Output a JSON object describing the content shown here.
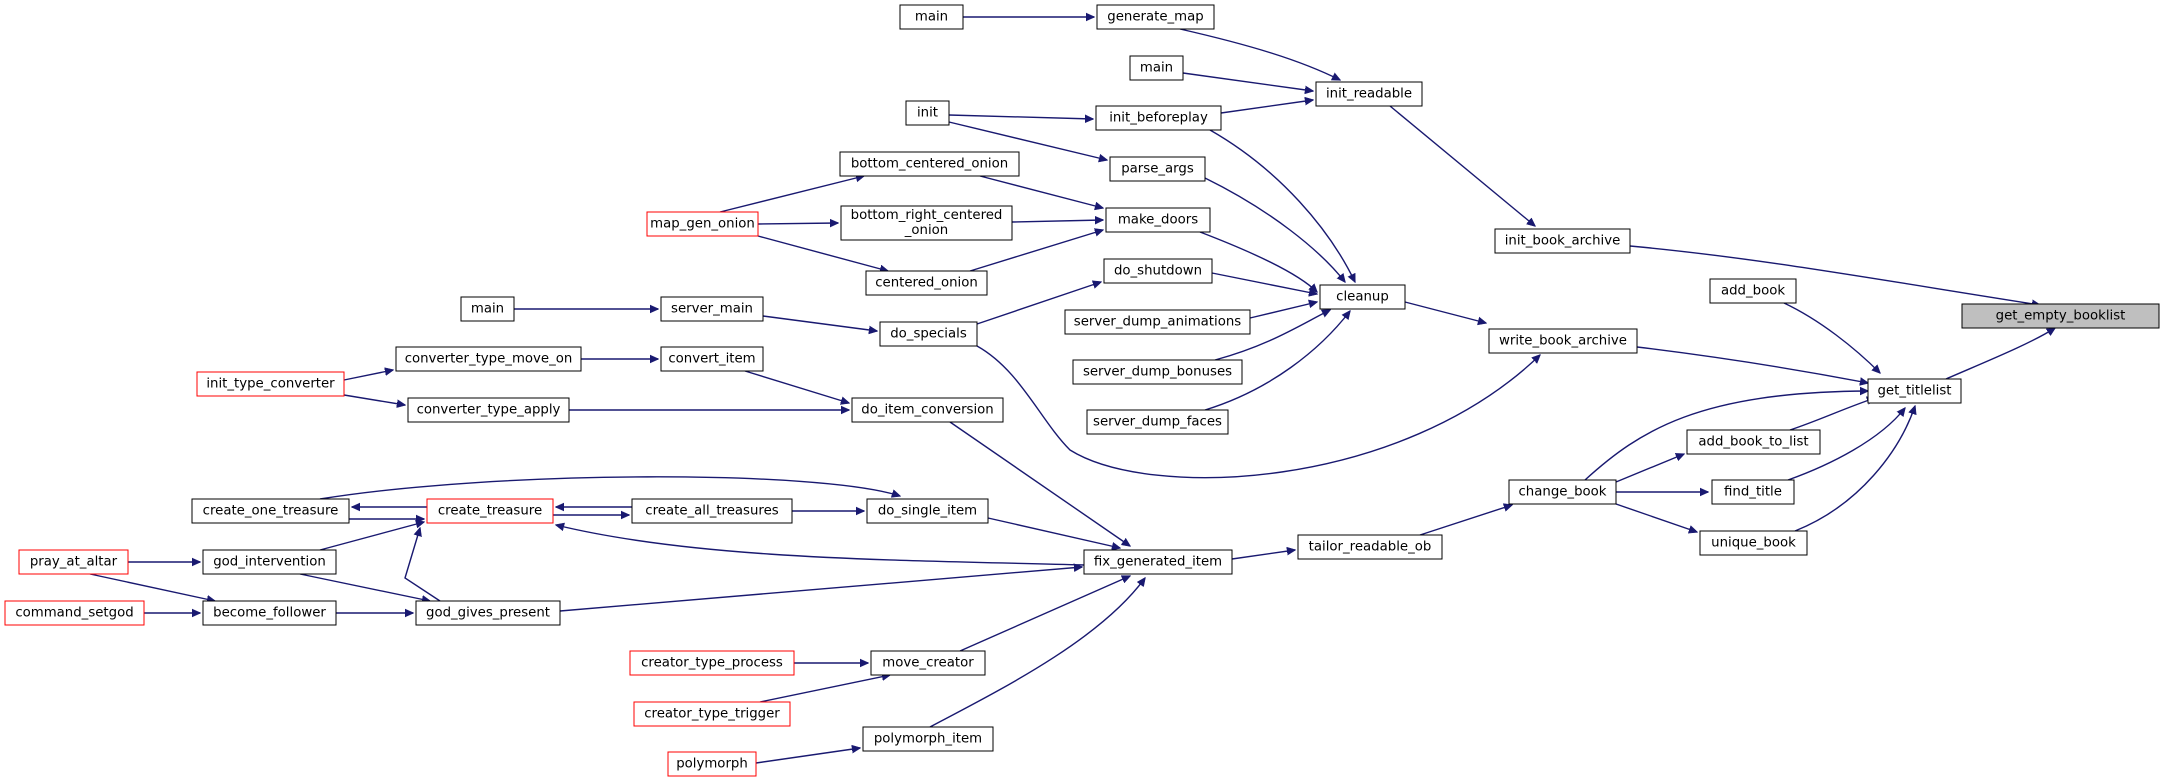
{
  "colors": {
    "edge": "#191970",
    "node_border": "#000000",
    "truncated_border": "#ff0000",
    "focus_fill": "#bfbfbf"
  },
  "nodes": [
    {
      "id": "get_empty_booklist",
      "lines": [
        "get_empty_booklist"
      ],
      "style": "focus"
    },
    {
      "id": "get_titlelist",
      "lines": [
        "get_titlelist"
      ],
      "style": "normal"
    },
    {
      "id": "init_book_archive",
      "lines": [
        "init_book_archive"
      ],
      "style": "normal"
    },
    {
      "id": "add_book",
      "lines": [
        "add_book"
      ],
      "style": "normal"
    },
    {
      "id": "write_book_archive",
      "lines": [
        "write_book_archive"
      ],
      "style": "normal"
    },
    {
      "id": "add_book_to_list",
      "lines": [
        "add_book_to_list"
      ],
      "style": "normal"
    },
    {
      "id": "find_title",
      "lines": [
        "find_title"
      ],
      "style": "normal"
    },
    {
      "id": "unique_book",
      "lines": [
        "unique_book"
      ],
      "style": "normal"
    },
    {
      "id": "change_book",
      "lines": [
        "change_book"
      ],
      "style": "normal"
    },
    {
      "id": "tailor_readable_ob",
      "lines": [
        "tailor_readable_ob"
      ],
      "style": "normal"
    },
    {
      "id": "init_readable",
      "lines": [
        "init_readable"
      ],
      "style": "normal"
    },
    {
      "id": "cleanup",
      "lines": [
        "cleanup"
      ],
      "style": "normal"
    },
    {
      "id": "generate_map",
      "lines": [
        "generate_map"
      ],
      "style": "normal"
    },
    {
      "id": "main_1",
      "lines": [
        "main"
      ],
      "style": "normal"
    },
    {
      "id": "main_2",
      "lines": [
        "main"
      ],
      "style": "normal"
    },
    {
      "id": "init_beforeplay",
      "lines": [
        "init_beforeplay"
      ],
      "style": "normal"
    },
    {
      "id": "init",
      "lines": [
        "init"
      ],
      "style": "normal"
    },
    {
      "id": "parse_args",
      "lines": [
        "parse_args"
      ],
      "style": "normal"
    },
    {
      "id": "make_doors",
      "lines": [
        "make_doors"
      ],
      "style": "normal"
    },
    {
      "id": "bottom_centered_onion",
      "lines": [
        "bottom_centered_onion"
      ],
      "style": "normal"
    },
    {
      "id": "bottom_right_centered_onion",
      "lines": [
        "bottom_right_centered",
        "_onion"
      ],
      "style": "normal"
    },
    {
      "id": "centered_onion",
      "lines": [
        "centered_onion"
      ],
      "style": "normal"
    },
    {
      "id": "map_gen_onion",
      "lines": [
        "map_gen_onion"
      ],
      "style": "truncated"
    },
    {
      "id": "do_shutdown",
      "lines": [
        "do_shutdown"
      ],
      "style": "normal"
    },
    {
      "id": "server_dump_animations",
      "lines": [
        "server_dump_animations"
      ],
      "style": "normal"
    },
    {
      "id": "server_dump_bonuses",
      "lines": [
        "server_dump_bonuses"
      ],
      "style": "normal"
    },
    {
      "id": "server_dump_faces",
      "lines": [
        "server_dump_faces"
      ],
      "style": "normal"
    },
    {
      "id": "do_specials",
      "lines": [
        "do_specials"
      ],
      "style": "normal"
    },
    {
      "id": "server_main",
      "lines": [
        "server_main"
      ],
      "style": "normal"
    },
    {
      "id": "main_3",
      "lines": [
        "main"
      ],
      "style": "normal"
    },
    {
      "id": "fix_generated_item",
      "lines": [
        "fix_generated_item"
      ],
      "style": "normal"
    },
    {
      "id": "do_item_conversion",
      "lines": [
        "do_item_conversion"
      ],
      "style": "normal"
    },
    {
      "id": "convert_item",
      "lines": [
        "convert_item"
      ],
      "style": "normal"
    },
    {
      "id": "converter_type_move_on",
      "lines": [
        "converter_type_move_on"
      ],
      "style": "normal"
    },
    {
      "id": "converter_type_apply",
      "lines": [
        "converter_type_apply"
      ],
      "style": "normal"
    },
    {
      "id": "init_type_converter",
      "lines": [
        "init_type_converter"
      ],
      "style": "truncated"
    },
    {
      "id": "do_single_item",
      "lines": [
        "do_single_item"
      ],
      "style": "normal"
    },
    {
      "id": "create_all_treasures",
      "lines": [
        "create_all_treasures"
      ],
      "style": "normal"
    },
    {
      "id": "create_treasure",
      "lines": [
        "create_treasure"
      ],
      "style": "truncated"
    },
    {
      "id": "create_one_treasure",
      "lines": [
        "create_one_treasure"
      ],
      "style": "normal"
    },
    {
      "id": "god_intervention",
      "lines": [
        "god_intervention"
      ],
      "style": "normal"
    },
    {
      "id": "pray_at_altar",
      "lines": [
        "pray_at_altar"
      ],
      "style": "truncated"
    },
    {
      "id": "god_gives_present",
      "lines": [
        "god_gives_present"
      ],
      "style": "normal"
    },
    {
      "id": "become_follower",
      "lines": [
        "become_follower"
      ],
      "style": "normal"
    },
    {
      "id": "command_setgod",
      "lines": [
        "command_setgod"
      ],
      "style": "truncated"
    },
    {
      "id": "move_creator",
      "lines": [
        "move_creator"
      ],
      "style": "normal"
    },
    {
      "id": "creator_type_process",
      "lines": [
        "creator_type_process"
      ],
      "style": "truncated"
    },
    {
      "id": "creator_type_trigger",
      "lines": [
        "creator_type_trigger"
      ],
      "style": "truncated"
    },
    {
      "id": "polymorph_item",
      "lines": [
        "polymorph_item"
      ],
      "style": "normal"
    },
    {
      "id": "polymorph",
      "lines": [
        "polymorph"
      ],
      "style": "truncated"
    }
  ]
}
